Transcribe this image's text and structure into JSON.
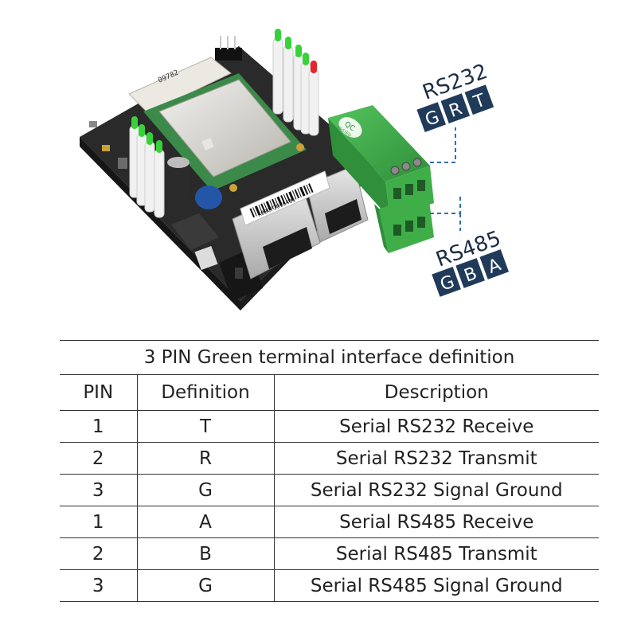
{
  "illustration": {
    "rs232_label": "RS232",
    "rs232_pins": [
      "G",
      "R",
      "T"
    ],
    "rs485_label": "RS485",
    "rs485_pins": [
      "G",
      "B",
      "A"
    ],
    "terminal_block_mark": "QC",
    "terminal_block_sub": "PASSED",
    "barcode_text": "A0BCF2019491",
    "board_text": "09782",
    "colors": {
      "pcb": "#2b2b2b",
      "terminal_green": "#3fae49",
      "label_navy": "#203a5a",
      "leader_blue": "#2f6fb0",
      "module_silver": "#d8d5cf",
      "module_board": "#3b8a4a",
      "led_green": "#37d23a",
      "led_red": "#e3262b",
      "capacitor_blue": "#2456a8"
    }
  },
  "table": {
    "title": "3 PIN Green terminal interface definition",
    "headers": {
      "pin": "PIN",
      "definition": "Definition",
      "description": "Description"
    },
    "rows": [
      {
        "pin": "1",
        "definition": "T",
        "description": "Serial RS232 Receive"
      },
      {
        "pin": "2",
        "definition": "R",
        "description": "Serial RS232 Transmit"
      },
      {
        "pin": "3",
        "definition": "G",
        "description": "Serial RS232 Signal Ground"
      },
      {
        "pin": "1",
        "definition": "A",
        "description": "Serial RS485 Receive"
      },
      {
        "pin": "2",
        "definition": "B",
        "description": "Serial RS485 Transmit"
      },
      {
        "pin": "3",
        "definition": "G",
        "description": "Serial RS485 Signal Ground"
      }
    ]
  }
}
